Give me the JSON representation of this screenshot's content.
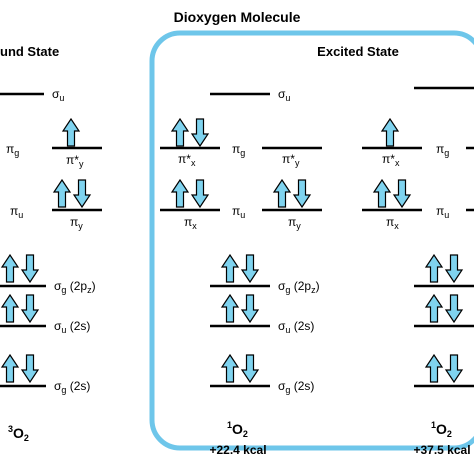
{
  "title": "Dioxygen Molecule",
  "colors": {
    "frame": "#6ec6ea",
    "arrow_fill": "#7fd3ef",
    "arrow_stroke": "#000000",
    "line": "#000000"
  },
  "ground_panel": {
    "header": "und State",
    "labels": {
      "sigma_u_top": "σu",
      "pi_g": "πg",
      "pi_star_y": "π*y",
      "pi_u": "πu",
      "pi_y": "πy",
      "sigma_g_2pz": "σg (2pz)",
      "sigma_u_2s": "σu (2s)",
      "sigma_g_2s": "σg (2s)"
    },
    "state_label": "3O2"
  },
  "excited_panel": {
    "header": "Excited State",
    "singlet_a": {
      "labels": {
        "sigma_u_top": "σu",
        "pi_star_x": "π*x",
        "pi_g": "πg",
        "pi_star_y": "π*y",
        "pi_x": "πx",
        "pi_u": "πu",
        "pi_y": "πy",
        "sigma_g_2pz": "σg (2pz)",
        "sigma_u_2s": "σu (2s)",
        "sigma_g_2s": "σg (2s)"
      },
      "state_label": "1O2",
      "energy": "+22.4 kcal"
    },
    "singlet_b": {
      "labels": {
        "pi_star_x": "π*x",
        "pi_g": "πg",
        "pi_x": "πx",
        "pi_u": "πu"
      },
      "state_label": "1O2",
      "energy": "+37.5 kcal"
    }
  }
}
